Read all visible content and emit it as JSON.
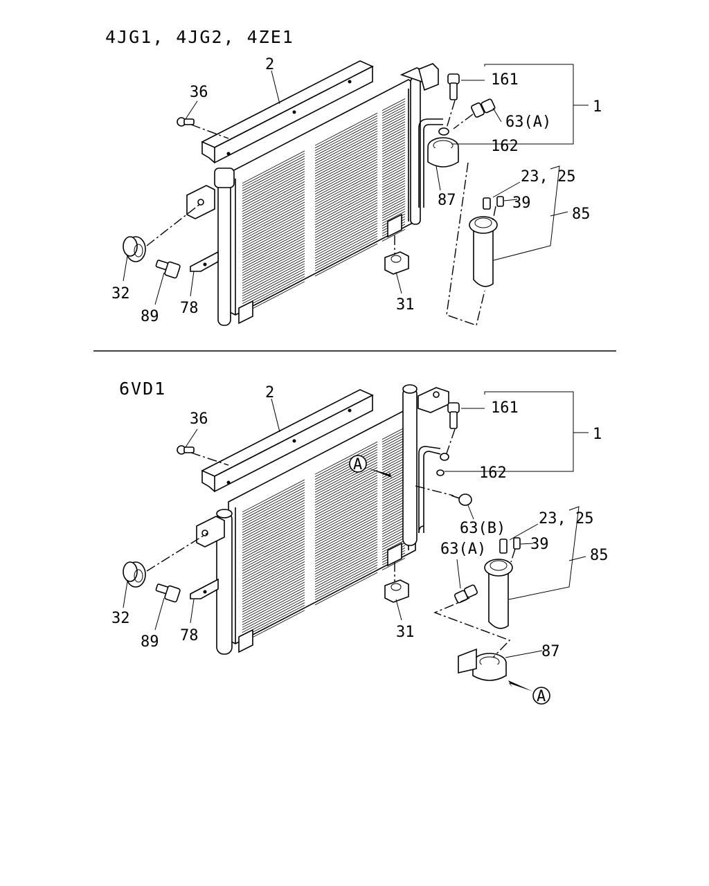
{
  "sections": [
    {
      "title": "4JG1, 4JG2, 4ZE1",
      "labels": {
        "p2": "2",
        "p36": "36",
        "p161": "161",
        "p1": "1",
        "p63a": "63(A)",
        "p162": "162",
        "p87": "87",
        "p2325": "23, 25",
        "p39": "39",
        "p85": "85",
        "p32": "32",
        "p89": "89",
        "p78": "78",
        "p31": "31"
      }
    },
    {
      "title": "6VD1",
      "labels": {
        "p2": "2",
        "p36": "36",
        "p161": "161",
        "p1": "1",
        "p162": "162",
        "refA1": "A",
        "p63b": "63(B)",
        "p2325": "23, 25",
        "p39": "39",
        "p63a": "63(A)",
        "p85": "85",
        "p32": "32",
        "p89": "89",
        "p78": "78",
        "p31": "31",
        "p87": "87",
        "refA2": "A"
      }
    }
  ]
}
